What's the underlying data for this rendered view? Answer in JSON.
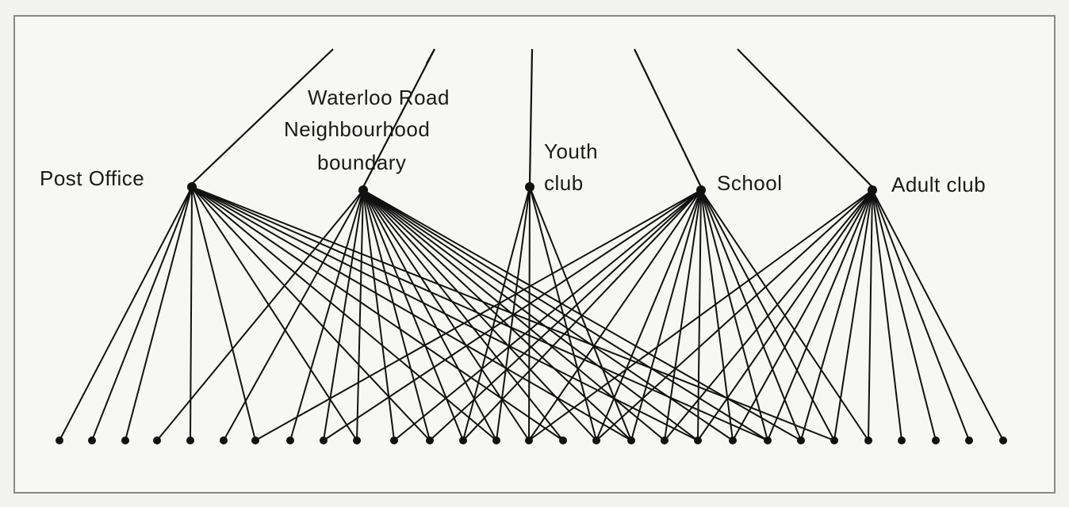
{
  "diagram": {
    "title": "",
    "labels": {
      "post_office": "Post Office",
      "boundary_line1": "Waterloo Road",
      "boundary_line2": "Neighbourhood",
      "boundary_line3": "boundary",
      "youth_line1": "Youth",
      "youth_line2": "club",
      "school": "School",
      "adult_club": "Adult club"
    },
    "colors": {
      "background": "#f2f2f0",
      "frame": "#888888",
      "ink": "#111111"
    },
    "hubs": [
      "post_office",
      "boundary",
      "youth_club",
      "school",
      "adult_club"
    ],
    "leaf_count": 30
  }
}
